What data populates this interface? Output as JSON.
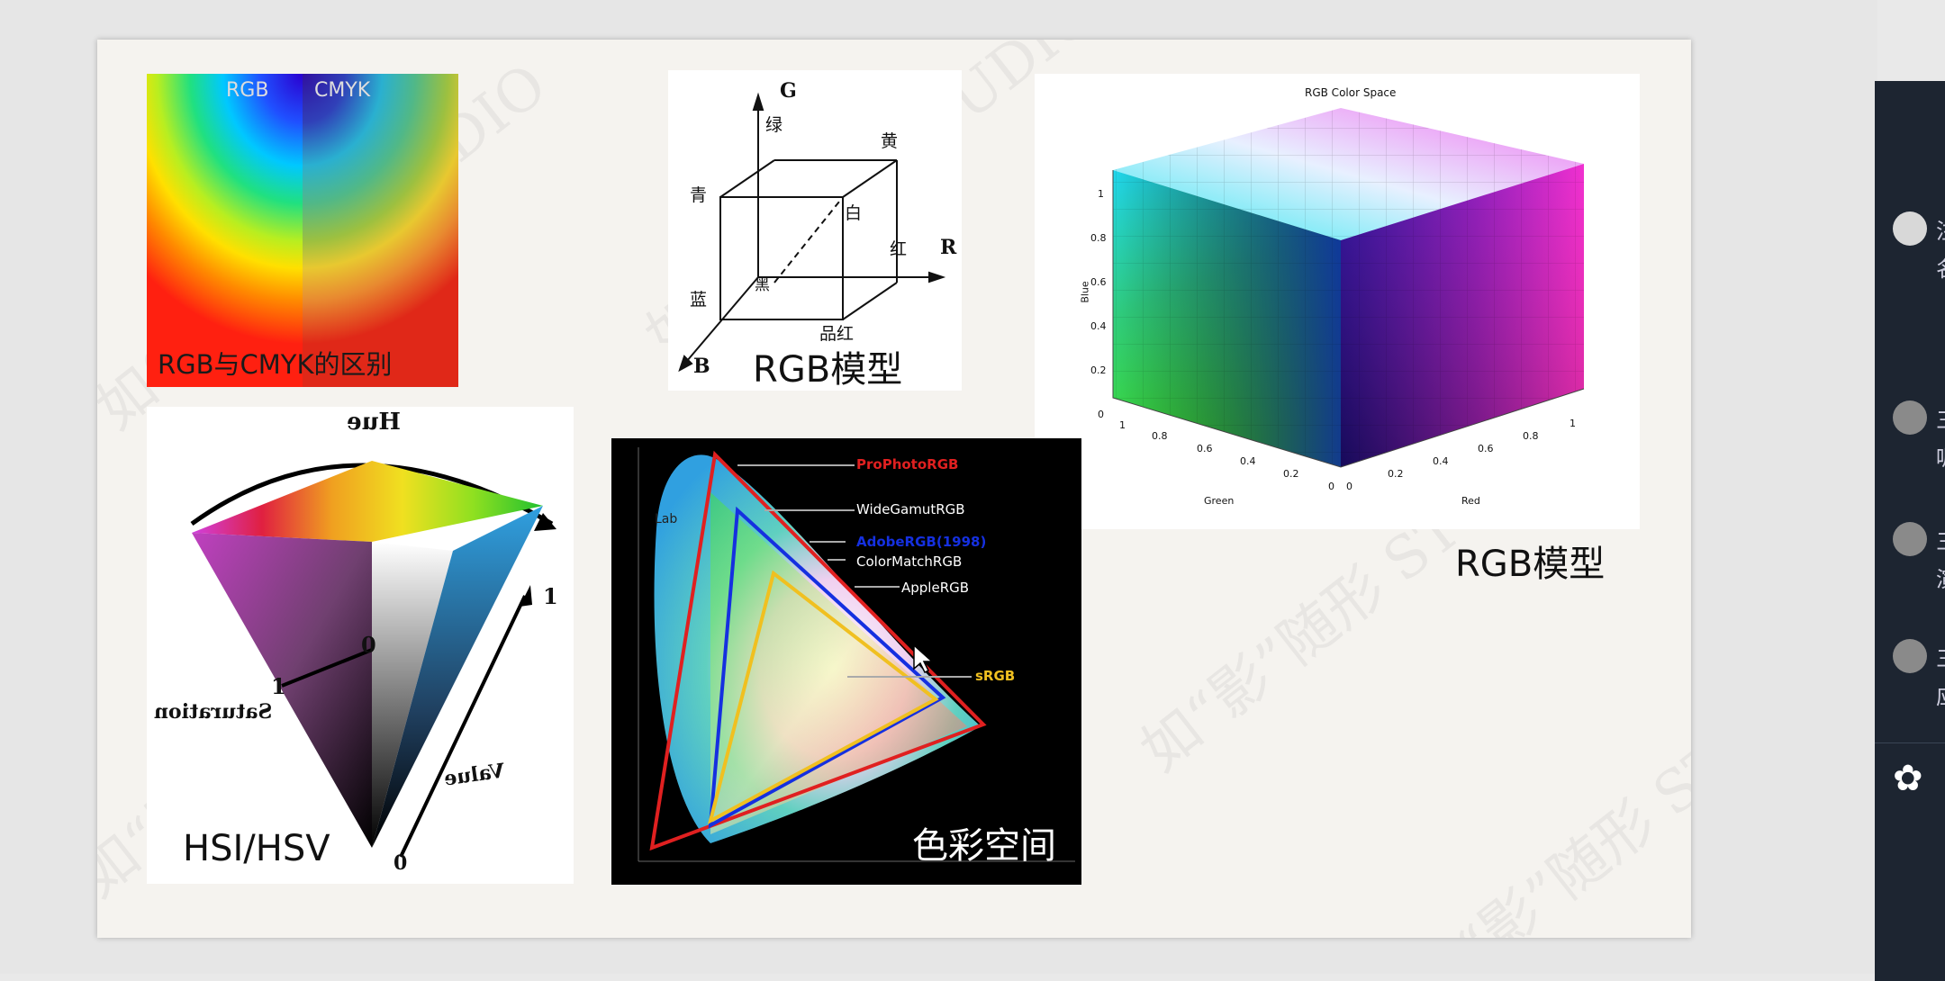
{
  "slide": {
    "watermark": "如“影”随形 STUDIO",
    "panels": {
      "rgb_cmyk": {
        "top_left": "RGB",
        "top_right": "CMYK",
        "caption": "RGB与CMYK的区别"
      },
      "rgb_cube_diagram": {
        "axes": {
          "g": "G",
          "r": "R",
          "b": "B"
        },
        "vertices": {
          "green": "绿",
          "yellow": "黄",
          "cyan": "青",
          "white": "白",
          "red": "红",
          "blue": "蓝",
          "black": "黑",
          "magenta": "品红"
        },
        "caption": "RGB模型"
      },
      "rgb_color_space": {
        "title": "RGB Color Space",
        "blue_label": "Blue",
        "green_label": "Green",
        "red_label": "Red",
        "blue_ticks": [
          "1",
          "0.8",
          "0.6",
          "0.4",
          "0.2",
          "0"
        ],
        "green_ticks": [
          "1",
          "0.8",
          "0.6",
          "0.4",
          "0.2",
          "0"
        ],
        "red_ticks": [
          "0",
          "0.2",
          "0.4",
          "0.6",
          "0.8",
          "1"
        ],
        "caption": "RGB模型"
      },
      "hsv_cone": {
        "hue": "Hue",
        "saturation": "Saturation",
        "value": "Value",
        "zero": "0",
        "one_left": "1",
        "one_right": "1",
        "zero_bottom": "0",
        "caption": "HSI/HSV"
      },
      "gamut": {
        "lab": "Lab",
        "labels": [
          "ProPhotoRGB",
          "WideGamutRGB",
          "AdobeRGB(1998)",
          "ColorMatchRGB",
          "AppleRGB",
          "sRGB"
        ],
        "caption": "色彩空间"
      }
    }
  },
  "sidebar": {
    "items": [
      "注",
      "名",
      "三",
      "呢",
      "三",
      "演",
      "三",
      "应"
    ]
  },
  "colors": {
    "slide_bg": "#f5f3ef",
    "sidebar_bg": "#1d2531",
    "prophoto": "#e02020",
    "adobe": "#1530e0",
    "srgb": "#f0c020"
  }
}
